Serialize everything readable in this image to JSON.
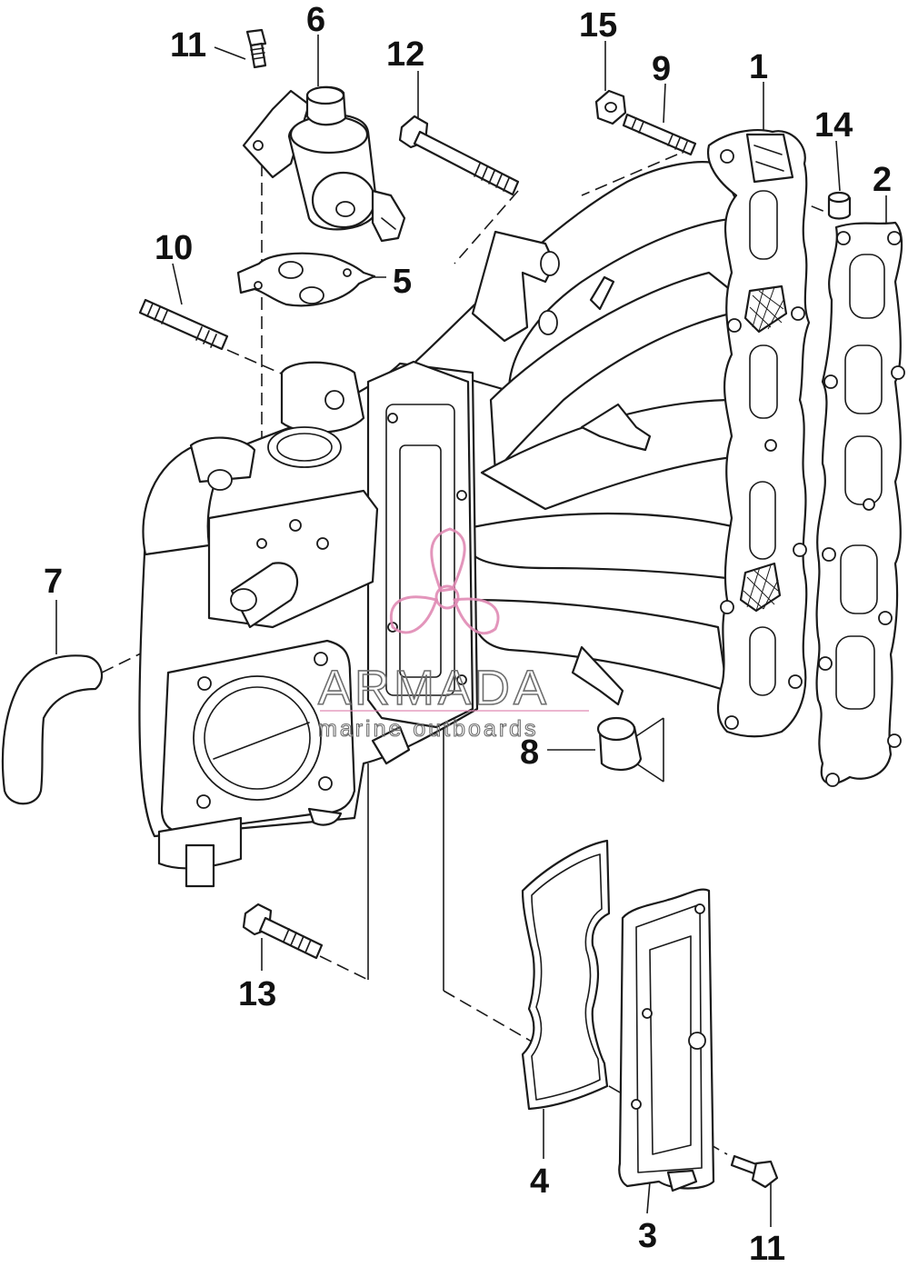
{
  "watermark": {
    "brand": "ARMADA",
    "tagline": "marine outboards",
    "logo_color": "#e08ab4"
  },
  "callouts": [
    "1",
    "2",
    "3",
    "4",
    "5",
    "6",
    "7",
    "8",
    "9",
    "10",
    "11",
    "11",
    "12",
    "13",
    "14",
    "15"
  ]
}
